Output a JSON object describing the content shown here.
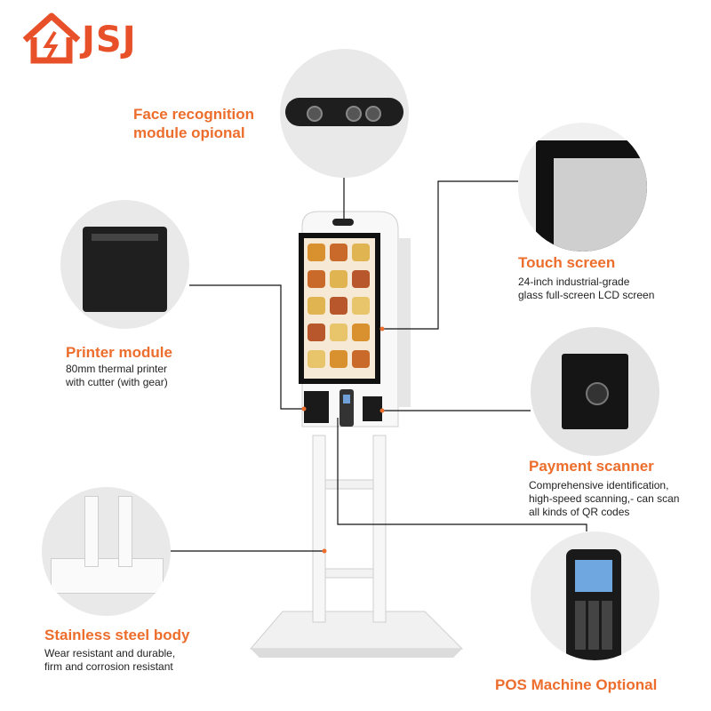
{
  "brand": {
    "logo_text": "JSJ",
    "color": "#e8502a"
  },
  "accent_color": "#ec6d2c",
  "features": {
    "face": {
      "title": "Face recognition\nmodule opional",
      "desc": ""
    },
    "touch": {
      "title": "Touch screen",
      "desc": "24-inch industrial-grade\nglass full-screen LCD screen"
    },
    "printer": {
      "title": "Printer module",
      "desc": "80mm thermal printer\nwith cutter (with gear)"
    },
    "scanner": {
      "title": "Payment scanner",
      "desc": "Comprehensive identification,\nhigh-speed scanning,- can scan\nall kinds of QR codes"
    },
    "steel": {
      "title": "Stainless steel body",
      "desc": "Wear resistant and durable,\nfirm and corrosion resistant"
    },
    "pos": {
      "title": "POS Machine Optional",
      "desc": ""
    }
  }
}
